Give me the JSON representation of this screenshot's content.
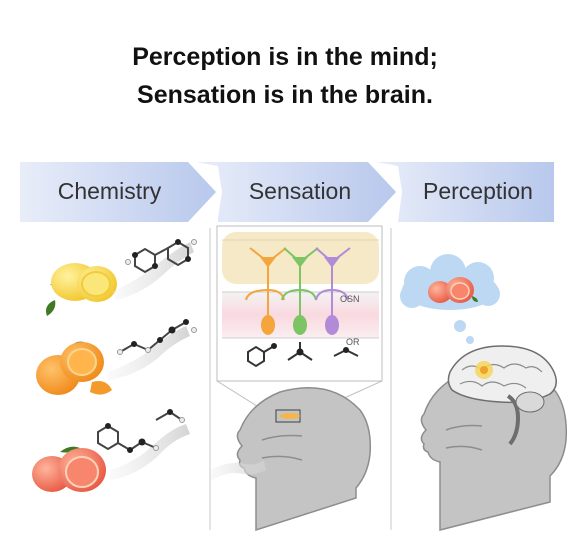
{
  "title": {
    "line1": "Perception is in the mind;",
    "line2": "Sensation is in the brain."
  },
  "stages": [
    {
      "label": "Chemistry"
    },
    {
      "label": "Sensation"
    },
    {
      "label": "Perception"
    }
  ],
  "inset_labels": {
    "osn": "OSN",
    "or": "OR"
  },
  "colors": {
    "banner_light": "#e8edf9",
    "banner_dark": "#b8c8ec",
    "neuron_orange": "#f4a53c",
    "neuron_green": "#7cc464",
    "neuron_purple": "#b28ad8",
    "inset_background": "#f6e9c8",
    "head_gray": "#bdbdbd",
    "lemon": "#f2c62c",
    "orange": "#f39221",
    "grapefruit": "#ef6d5a",
    "thought_cloud": "#bcd8f2"
  },
  "icons": [
    "lemon-icon",
    "orange-icon",
    "grapefruit-icon",
    "molecule-icon",
    "odor-plume-icon",
    "head-profile-icon",
    "brain-icon",
    "thought-cloud-icon"
  ]
}
